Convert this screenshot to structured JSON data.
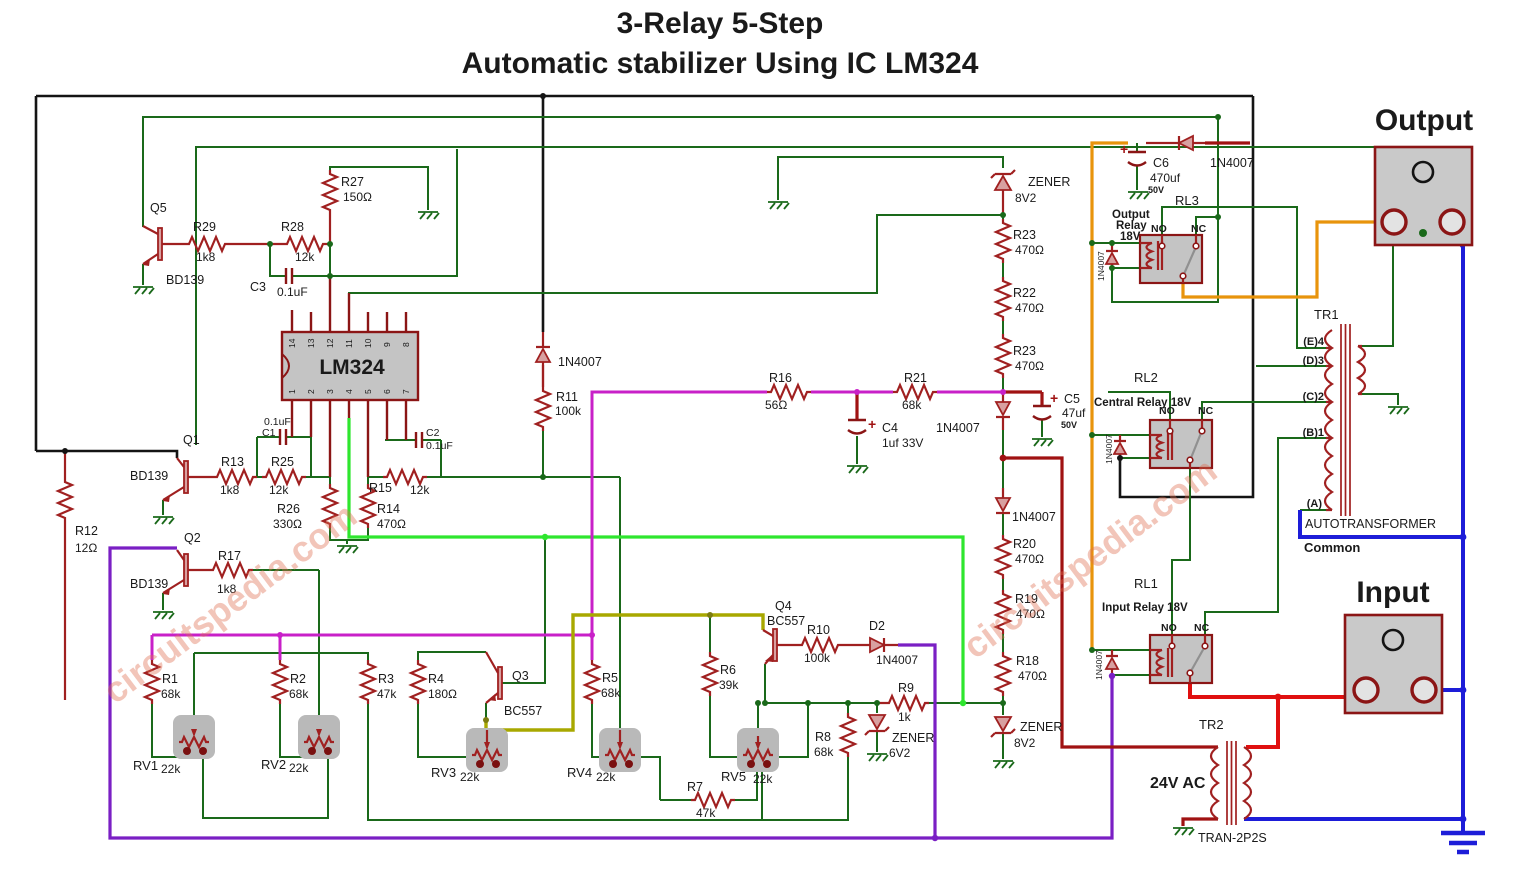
{
  "title": {
    "line1": "3-Relay 5-Step",
    "line2": "Automatic stabilizer Using IC LM324"
  },
  "watermark": "circuitspedia.com",
  "ic": {
    "name": "LM324",
    "pins_top": [
      "14",
      "13",
      "12",
      "11",
      "10",
      "9",
      "8"
    ],
    "pins_bottom": [
      "1",
      "2",
      "3",
      "4",
      "5",
      "6",
      "7"
    ]
  },
  "labels": {
    "q5": "Q5",
    "q5_part": "BD139",
    "r29": "R29",
    "r29_v": "1k8",
    "r28": "R28",
    "r28_v": "12k",
    "r27": "R27",
    "r27_v": "150Ω",
    "c3": "C3",
    "c3_v": "0.1uF",
    "q1": "Q1",
    "q1_part": "BD139",
    "r13": "R13",
    "r13_v": "1k8",
    "c1": "C1",
    "c1_v": "0.1uF",
    "r25": "R25",
    "r25_v": "12k",
    "r26": "R26",
    "r26_v": "330Ω",
    "r14": "R14",
    "r14_v": "470Ω",
    "r15": "R15",
    "r15_v": "12k",
    "c2": "C2",
    "c2_v": "0.1uF",
    "q2": "Q2",
    "q2_part": "BD139",
    "r17": "R17",
    "r17_v": "1k8",
    "r12": "R12",
    "r12_v": "12Ω",
    "r1": "R1",
    "r1_v": "68k",
    "rv1": "RV1",
    "rv1_v": "22k",
    "r2": "R2",
    "r2_v": "68k",
    "rv2": "RV2",
    "rv2_v": "22k",
    "r3": "R3",
    "r3_v": "47k",
    "r4": "R4",
    "r4_v": "180Ω",
    "q3": "Q3",
    "q3_part": "BC557",
    "rv3": "RV3",
    "rv3_v": "22k",
    "r5": "R5",
    "r5_v": "68k",
    "rv4": "RV4",
    "rv4_v": "22k",
    "r6": "R6",
    "r6_v": "39k",
    "rv5": "RV5",
    "rv5_v": "22k",
    "r7": "R7",
    "r7_v": "47k",
    "r8": "R8",
    "r8_v": "68k",
    "zd2": "ZENER",
    "zd2_v": "6V2",
    "r9": "R9",
    "r9_v": "1k",
    "q4": "Q4",
    "q4_part": "BC557",
    "r10": "R10",
    "r10_v": "100k",
    "d2": "D2",
    "d2_v": "1N4007",
    "d3": "1N4007",
    "r11": "R11",
    "r11_v": "100k",
    "r16": "R16",
    "r16_v": "56Ω",
    "r21": "R21",
    "r21_v": "68k",
    "c4": "C4",
    "c4_v": "1uf 33V",
    "c5": "C5",
    "c5_v1": "47uf",
    "c5_v2": "50V",
    "d4": "1N4007",
    "d5": "1N4007",
    "r20": "R20",
    "r20_v": "470Ω",
    "r19": "R19",
    "r19_v": "470Ω",
    "r18": "R18",
    "r18_v": "470Ω",
    "zd1": "ZENER",
    "zd1_v": "8V2",
    "r23a": "R23",
    "r23a_v": "470Ω",
    "r22": "R22",
    "r22_v": "470Ω",
    "r23b": "R23",
    "r23b_v": "470Ω",
    "c6": "C6",
    "c6_v1": "470uf",
    "c6_v2": "50V",
    "d6": "1N4007",
    "rl3": "RL3",
    "rl3_name1": "Output",
    "rl3_name2": "Relay",
    "rl3_name3": "18V",
    "no": "NO",
    "nc": "NC",
    "d7": "1N4007",
    "rl2": "RL2",
    "rl2_name": "Central Relay 18V",
    "d8": "1N4007",
    "rl1": "RL1",
    "rl1_name": "Input Relay 18V",
    "d9": "1N4007",
    "tr1": "TR1",
    "tap_e": "(E)4",
    "tap_d": "(D)3",
    "tap_c": "(C)2",
    "tap_b": "(B)1",
    "tap_a": "(A)",
    "autotransformer": "AUTOTRANSFORMER",
    "common": "Common",
    "tr2": "TR2",
    "tr2_v": "24V AC",
    "tr2_part": "TRAN-2P2S",
    "output": "Output",
    "input": "Input",
    "plus": "+"
  },
  "colors": {
    "wire_green": "#1a691a",
    "wire_bright_green": "#2ee62e",
    "wire_black": "#141414",
    "wire_purple": "#7a1fc4",
    "wire_magenta": "#c820c8",
    "wire_orange": "#e8940c",
    "wire_red": "#e01010",
    "wire_dark_red": "#a01212",
    "wire_blue": "#1d1dd8",
    "wire_olive": "#a8a800",
    "component": "#a02020",
    "diode_fill": "#d8a0a0",
    "ic_fill": "#c4c4c4",
    "socket_fill": "#c9c9c9",
    "pot_fill": "#b9b9b9",
    "watermark": "#de6e50"
  }
}
